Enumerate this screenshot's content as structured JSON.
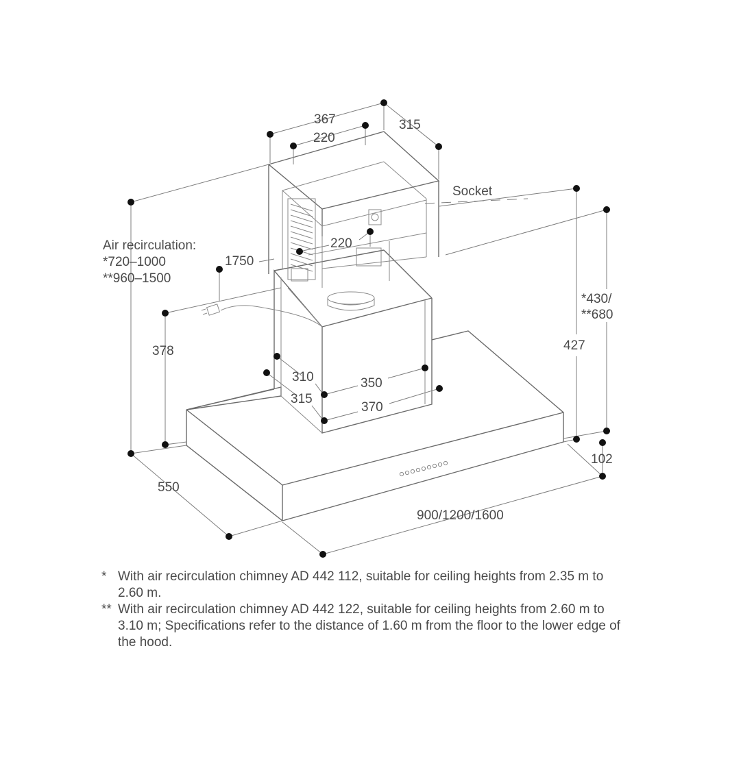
{
  "dimensions": {
    "top_width": "367",
    "top_inner": "220",
    "top_depth": "315",
    "socket": "Socket",
    "mid_inner": "220",
    "cable": "1750",
    "air_recirculation": {
      "title": "Air recirculation:",
      "range_single": "*720–1000",
      "range_double": "**960–1500"
    },
    "side_height": "378",
    "chimney_depth_inner": "310",
    "chimney_depth_outer": "315",
    "chimney_width_inner": "350",
    "chimney_width_outer": "370",
    "right_height_upper": "*430/",
    "right_height_lower": "**680",
    "total_height": "427",
    "hood_height": "102",
    "hood_depth": "550",
    "hood_width": "900/1200/1600"
  },
  "footnotes": [
    {
      "mark": "*",
      "text": "With air recirculation chimney AD 442 112, suitable for ceiling heights from 2.35 m to 2.60 m."
    },
    {
      "mark": "**",
      "text": "With air recirculation chimney AD 442 122, suitable for ceiling heights from 2.60 m to 3.10 m; Specifications refer to the distance of 1.60 m from the floor to the lower edge of the hood."
    }
  ]
}
